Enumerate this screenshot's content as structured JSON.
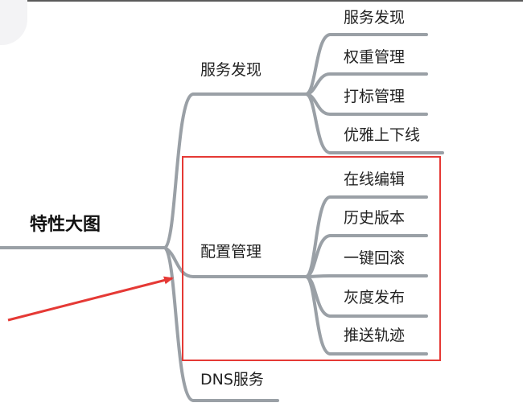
{
  "root": "特性大图",
  "branches": [
    {
      "label": "服务发现",
      "children": [
        "服务发现",
        "权重管理",
        "打标管理",
        "优雅上下线"
      ]
    },
    {
      "label": "配置管理",
      "children": [
        "在线编辑",
        "历史版本",
        "一键回滚",
        "灰度发布",
        "推送轨迹"
      ]
    },
    {
      "label": "DNS服务",
      "children": []
    }
  ],
  "colors": {
    "connector": "#9aa0a6",
    "highlight": "#e53935",
    "arrow": "#e53935",
    "text": "#222222"
  }
}
